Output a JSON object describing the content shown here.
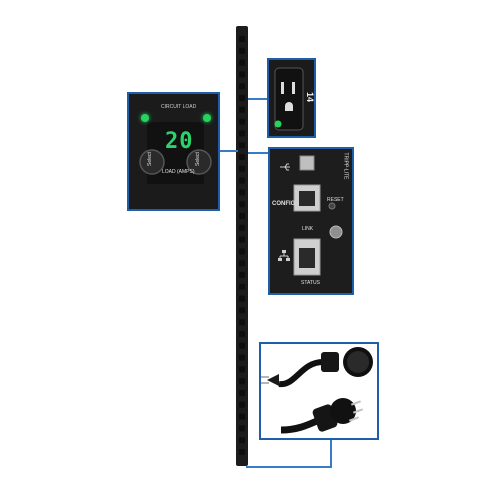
{
  "pdu": {
    "strip_color": "#1c1c1c",
    "accent_color": "#1f5fa8",
    "led_color": "#27d35f"
  },
  "display_panel": {
    "digits": "20",
    "circuit_label": "CIRCUIT LOAD",
    "load_label": "LOAD (AMPS)",
    "left_button_label": "Select",
    "right_button_label": "Select"
  },
  "outlet_panel": {
    "outlet_number": "14"
  },
  "network_panel": {
    "brand_label": "TRIPP·LITE",
    "config_label": "CONFIG",
    "reset_label": "RESET",
    "link_label": "LINK",
    "status_label": "STATUS",
    "usb_icon": "usb-icon",
    "network_icon": "network-icon"
  },
  "plug_panel": {
    "icons": [
      "twist-lock-adapter-icon",
      "twist-lock-plug-icon"
    ]
  }
}
